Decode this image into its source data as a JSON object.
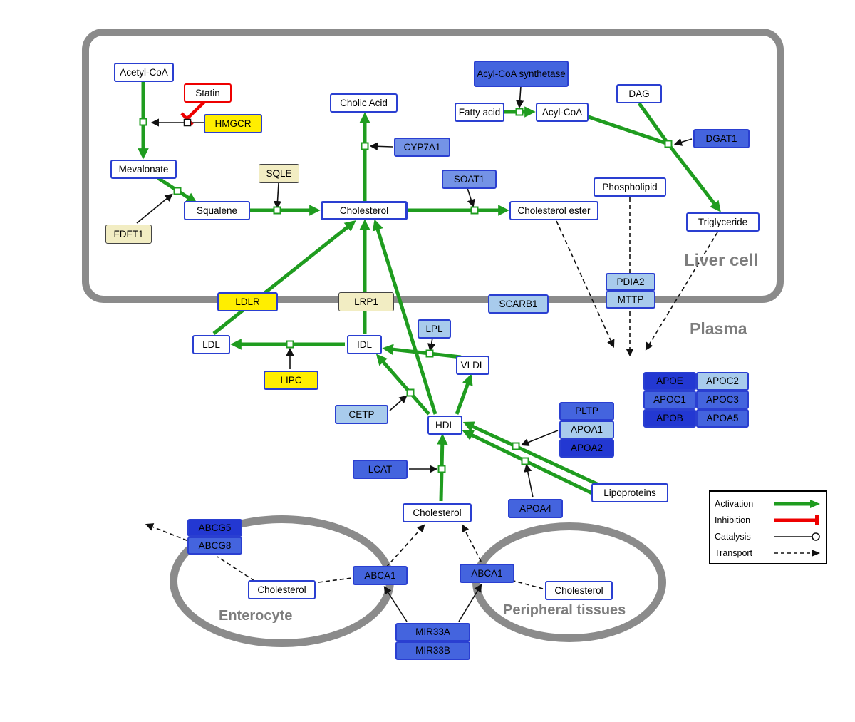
{
  "compartments": {
    "liver": "Liver cell",
    "plasma": "Plasma",
    "enterocyte": "Enterocyte",
    "peripheral": "Peripheral tissues"
  },
  "nodes": {
    "acetyl_coa": {
      "label": "Acetyl-CoA"
    },
    "statin": {
      "label": "Statin"
    },
    "hmgcr": {
      "label": "HMGCR"
    },
    "cholic_acid": {
      "label": "Cholic Acid"
    },
    "acyl_coa_synthetase": {
      "label": "Acyl-CoA synthetase"
    },
    "fatty_acid": {
      "label": "Fatty acid"
    },
    "acyl_coa": {
      "label": "Acyl-CoA"
    },
    "dag": {
      "label": "DAG"
    },
    "dgat1": {
      "label": "DGAT1"
    },
    "cyp7a1": {
      "label": "CYP7A1"
    },
    "mevalonate": {
      "label": "Mevalonate"
    },
    "sqle": {
      "label": "SQLE"
    },
    "soat1": {
      "label": "SOAT1"
    },
    "fdft1": {
      "label": "FDFT1"
    },
    "squalene": {
      "label": "Squalene"
    },
    "cholesterol_liver": {
      "label": "Cholesterol"
    },
    "cholesterol_ester": {
      "label": "Cholesterol ester"
    },
    "phospholipid": {
      "label": "Phospholipid"
    },
    "triglyceride": {
      "label": "Triglyceride"
    },
    "pdia2": {
      "label": "PDIA2"
    },
    "mttp": {
      "label": "MTTP"
    },
    "ldlr": {
      "label": "LDLR"
    },
    "lrp1": {
      "label": "LRP1"
    },
    "scarb1": {
      "label": "SCARB1"
    },
    "ldl": {
      "label": "LDL"
    },
    "idl": {
      "label": "IDL"
    },
    "lpl": {
      "label": "LPL"
    },
    "vldl": {
      "label": "VLDL"
    },
    "lipc": {
      "label": "LIPC"
    },
    "cetp": {
      "label": "CETP"
    },
    "hdl": {
      "label": "HDL"
    },
    "pltp": {
      "label": "PLTP"
    },
    "apoa1": {
      "label": "APOA1"
    },
    "apoa2": {
      "label": "APOA2"
    },
    "apoe": {
      "label": "APOE"
    },
    "apoc2": {
      "label": "APOC2"
    },
    "apoc1": {
      "label": "APOC1"
    },
    "apoc3": {
      "label": "APOC3"
    },
    "apob": {
      "label": "APOB"
    },
    "apoa5": {
      "label": "APOA5"
    },
    "lcat": {
      "label": "LCAT"
    },
    "apoa4": {
      "label": "APOA4"
    },
    "lipoproteins": {
      "label": "Lipoproteins"
    },
    "cholesterol_plasma": {
      "label": "Cholesterol"
    },
    "abcg5": {
      "label": "ABCG5"
    },
    "abcg8": {
      "label": "ABCG8"
    },
    "cholesterol_enterocyte": {
      "label": "Cholesterol"
    },
    "abca1_left": {
      "label": "ABCA1"
    },
    "abca1_right": {
      "label": "ABCA1"
    },
    "cholesterol_peripheral": {
      "label": "Cholesterol"
    },
    "mir33a": {
      "label": "MIR33A"
    },
    "mir33b": {
      "label": "MIR33B"
    }
  },
  "legend": {
    "activation": "Activation",
    "inhibition": "Inhibition",
    "catalysis": "Catalysis",
    "transport": "Transport"
  },
  "colors": {
    "activation_green": "#1f9c1f",
    "inhibition_red": "#ee0000",
    "membrane_gray": "#8b8b8b",
    "node_border_blue": "#2a3fd1",
    "gene_yellow": "#ffee00",
    "gene_pale_yellow": "#f2edc3",
    "gene_blue_light": "#a8cbec",
    "gene_blue_medium": "#4464de",
    "gene_blue_dark": "#2338d2"
  }
}
